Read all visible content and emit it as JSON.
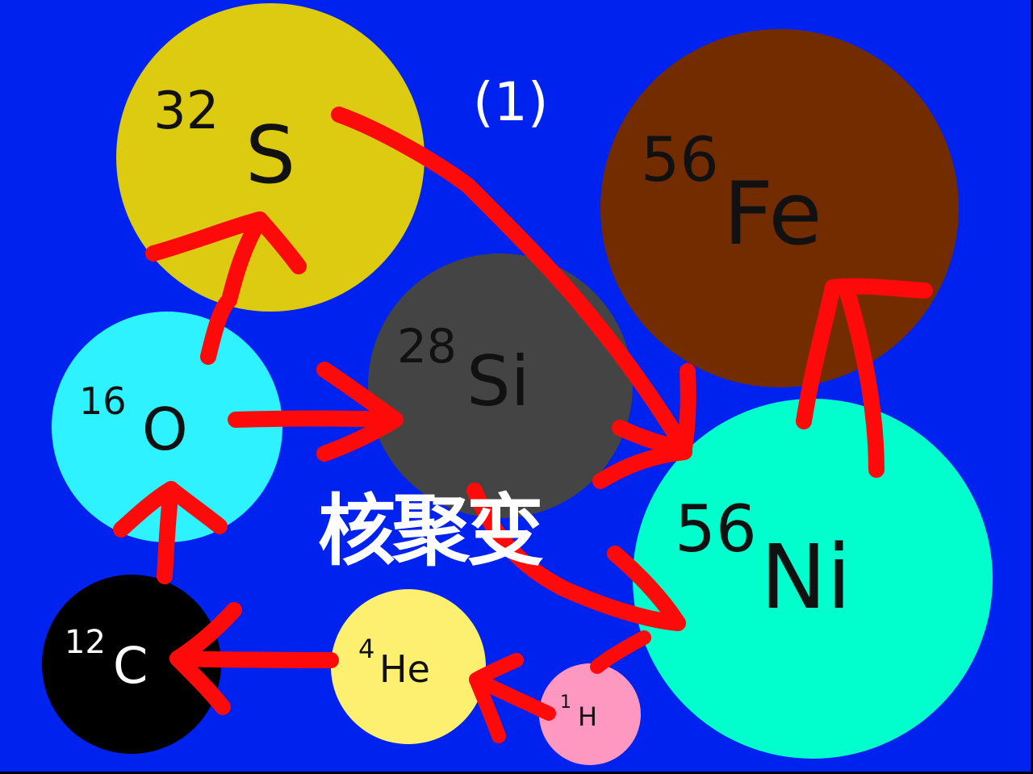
{
  "diagram": {
    "marker": "(1)",
    "caption": "核聚变",
    "colors": {
      "background": "#0022ee",
      "arrow": "#ff0a0a"
    },
    "nodes": [
      {
        "id": "s32",
        "mass": "32",
        "symbol": "S",
        "fill": "#dccb10",
        "text": "#111111"
      },
      {
        "id": "fe56",
        "mass": "56",
        "symbol": "Fe",
        "fill": "#722c00",
        "text": "#111111"
      },
      {
        "id": "si28",
        "mass": "28",
        "symbol": "Si",
        "fill": "#444444",
        "text": "#111111"
      },
      {
        "id": "o16",
        "mass": "16",
        "symbol": "O",
        "fill": "#2ef2ff",
        "text": "#111111"
      },
      {
        "id": "ni56",
        "mass": "56",
        "symbol": "Ni",
        "fill": "#00ffcc",
        "text": "#111111"
      },
      {
        "id": "c12",
        "mass": "12",
        "symbol": "C",
        "fill": "#000000",
        "text": "#ffffff"
      },
      {
        "id": "he4",
        "mass": "4",
        "symbol": "He",
        "fill": "#fdf070",
        "text": "#111111"
      },
      {
        "id": "h1",
        "mass": "1",
        "symbol": "H",
        "fill": "#ff98c0",
        "text": "#111111"
      }
    ],
    "arrows": [
      {
        "from": "h1",
        "to": "he4"
      },
      {
        "from": "he4",
        "to": "c12"
      },
      {
        "from": "c12",
        "to": "o16"
      },
      {
        "from": "o16",
        "to": "s32"
      },
      {
        "from": "o16",
        "to": "si28"
      },
      {
        "from": "s32",
        "to": "ni56"
      },
      {
        "from": "si28",
        "to": "ni56"
      },
      {
        "from": "ni56",
        "to": "fe56"
      },
      {
        "from": "ni56",
        "to": "h1"
      }
    ]
  }
}
